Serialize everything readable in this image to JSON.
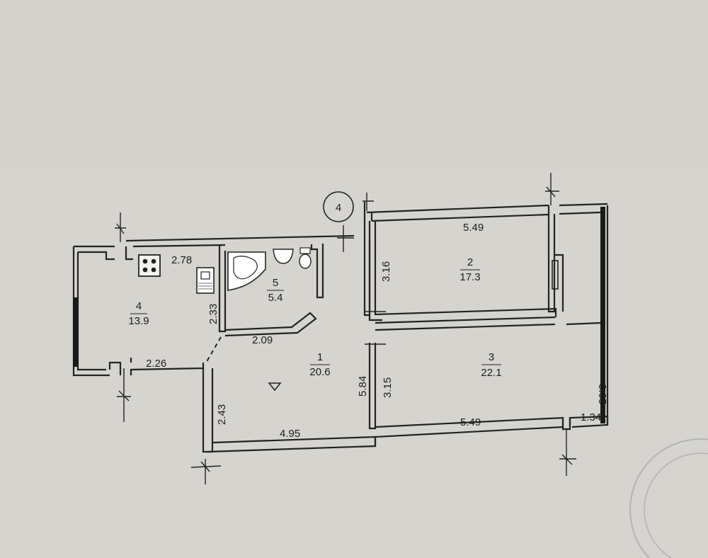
{
  "axis_marker": "4",
  "rooms": [
    {
      "number": "1",
      "area": "20.6"
    },
    {
      "number": "2",
      "area": "17.3"
    },
    {
      "number": "3",
      "area": "22.1"
    },
    {
      "number": "4",
      "area": "13.9"
    },
    {
      "number": "5",
      "area": "5.4"
    }
  ],
  "dimensions": {
    "d_278": "2.78",
    "d_233": "2.33",
    "d_226": "2.26",
    "d_209": "2.09",
    "d_243": "2.43",
    "d_495": "4.95",
    "d_584": "5.84",
    "d_315": "3.15",
    "d_316": "3.16",
    "d_549_top": "5.49",
    "d_549_bottom": "5.49",
    "d_305": "3.05",
    "d_134": "1.34"
  },
  "icons": [
    "stove-icon",
    "sink-icon",
    "bathtub-icon",
    "washbasin-icon",
    "toilet-icon",
    "entrance-marker-icon",
    "door-icon"
  ]
}
